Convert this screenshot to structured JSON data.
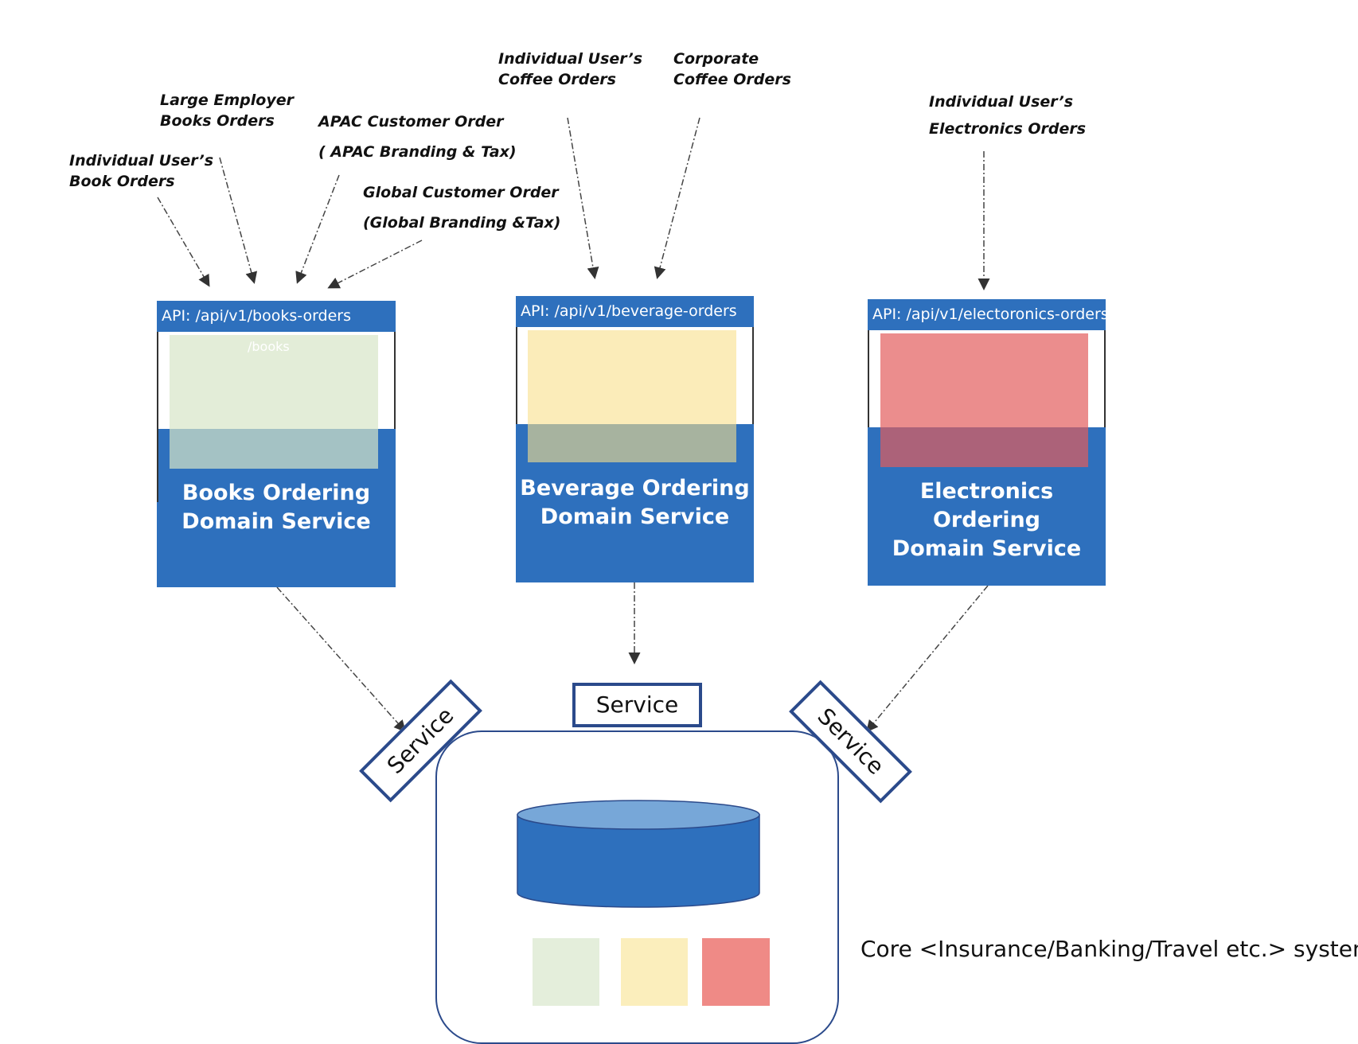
{
  "consumers": {
    "books_individual": [
      "Individual User’s",
      "Book Orders"
    ],
    "books_employer": [
      "Large Employer",
      "Books Orders"
    ],
    "books_apac": [
      "APAC Customer Order",
      "( APAC Branding & Tax)"
    ],
    "books_global": [
      "Global Customer Order",
      "(Global Branding &Tax)"
    ],
    "coffee_individual": [
      "Individual User’s",
      "Coffee Orders"
    ],
    "coffee_corporate": [
      "Corporate",
      "Coffee Orders"
    ],
    "electronics_individual": [
      "Individual User’s",
      "Electronics Orders"
    ]
  },
  "services": {
    "books": {
      "api": "API: /api/v1/books-orders",
      "sub": "/books",
      "title": [
        "Books Ordering",
        "Domain Service"
      ],
      "color": "#dde8d3"
    },
    "beverage": {
      "api": "API: /api/v1/beverage-orders",
      "title": [
        "Beverage Ordering",
        "Domain Service"
      ],
      "color": "#f9e7a8"
    },
    "electronics": {
      "api": "API: /api/v1/electoronics-orders",
      "title": [
        "Electronics Ordering",
        "Domain Service"
      ],
      "color": "#ea5a5a"
    }
  },
  "service_tags": {
    "left": "Service",
    "center": "Service",
    "right": "Service"
  },
  "core": {
    "label": "Core <Insurance/Banking/Travel etc.> system"
  },
  "colors": {
    "service_blue": "#2e70bd",
    "tag_border": "#2b4a8b",
    "db_top": "#77a7d8"
  }
}
